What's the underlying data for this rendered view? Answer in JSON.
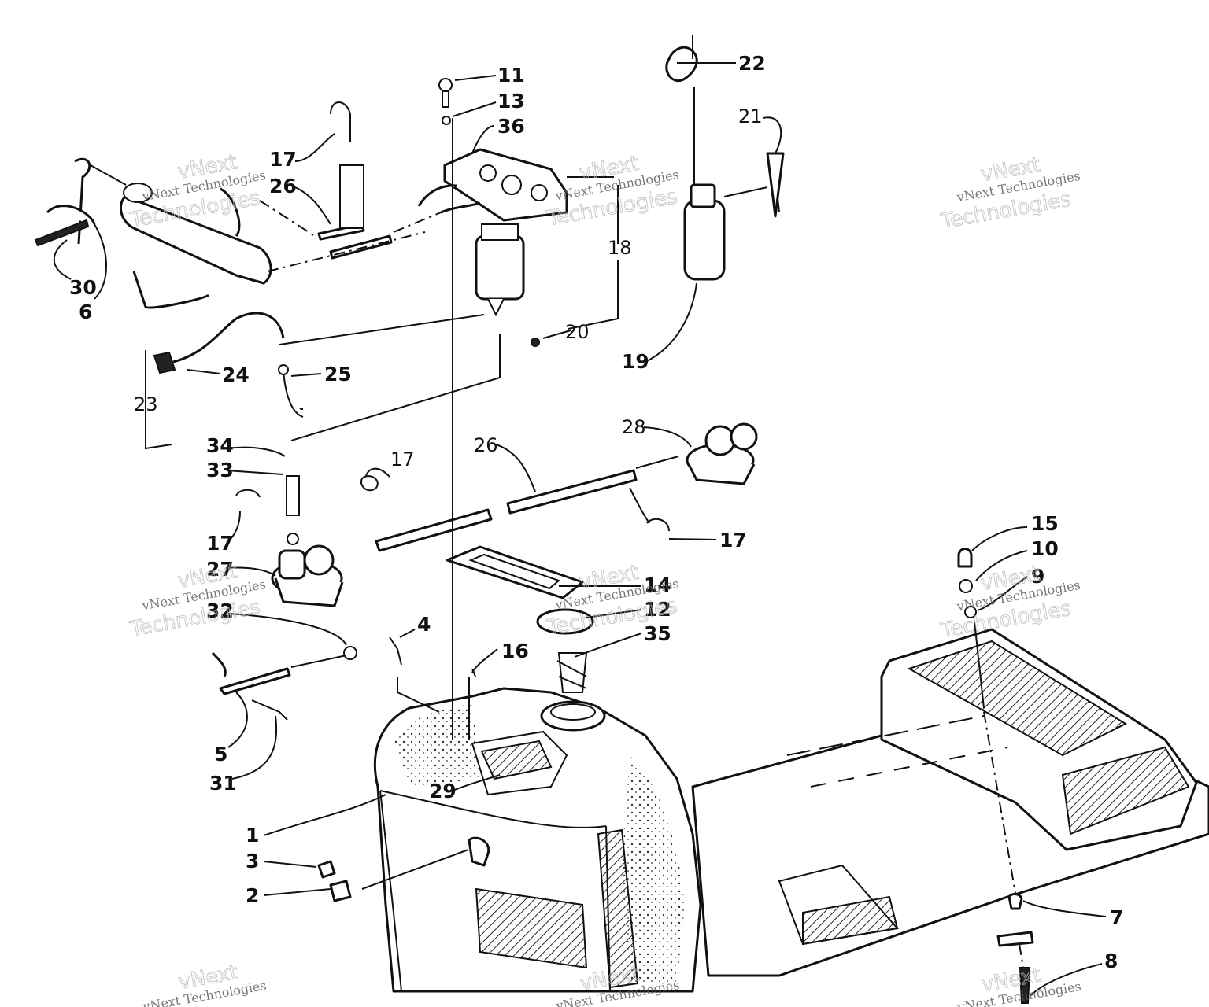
{
  "callouts": {
    "c1": "1",
    "c2": "2",
    "c3": "3",
    "c4": "4",
    "c5": "5",
    "c6": "6",
    "c7": "7",
    "c8": "8",
    "c9": "9",
    "c10": "10",
    "c11": "11",
    "c12": "12",
    "c13": "13",
    "c14": "14",
    "c15": "15",
    "c16": "16",
    "c17a": "17",
    "c17b": "17",
    "c17c": "17",
    "c17d": "17",
    "c18": "18",
    "c19": "19",
    "c20": "20",
    "c21": "21",
    "c22": "22",
    "c23": "23",
    "c24": "24",
    "c25": "25",
    "c26a": "26",
    "c26b": "26",
    "c27": "27",
    "c28": "28",
    "c29": "29",
    "c30": "30",
    "c31": "31",
    "c32": "32",
    "c33": "33",
    "c34": "34",
    "c35": "35",
    "c36": "36"
  },
  "watermark": {
    "line1": "vNext",
    "line2": "vNext Technologies",
    "line3": "Technologies"
  }
}
